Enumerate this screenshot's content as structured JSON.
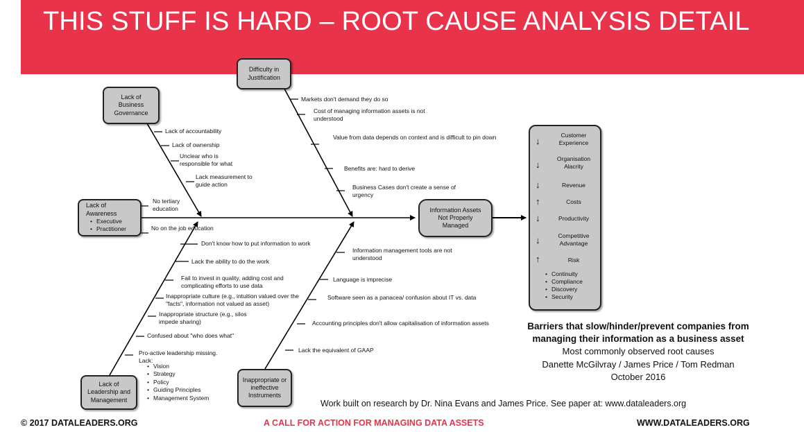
{
  "title": "THIS STUFF IS HARD – ROOT CAUSE ANALYSIS DETAIL",
  "colors": {
    "banner": "#e8334b",
    "box_fill": "#c8c8c8",
    "line": "#000000"
  },
  "causes": {
    "governance": {
      "box": "Lack of Business Governance",
      "items": [
        "Lack of accountability",
        "Lack of ownership",
        "Unclear who is responsible for what",
        "Lack measurement to guide action"
      ]
    },
    "justification": {
      "box": "Difficulty in Justification",
      "items": [
        "Markets don't demand they do so",
        "Cost of managing information assets is not understood",
        "Value from data depends on context and is difficult to pin down",
        "Benefits are: hard to derive",
        "Business Cases don't create a sense of urgency"
      ]
    },
    "awareness": {
      "box": "Lack of Awareness",
      "bullets": [
        "Executive",
        "Practitioner"
      ],
      "items": [
        "No tertiary education",
        "No on the job education"
      ]
    },
    "leadership": {
      "box": "Lack of Leadership and Management",
      "items": [
        "Don't know how to put information to work",
        "Lack the ability to do the work",
        "Fail to invest in quality, adding cost and complicating efforts to use data",
        "Inappropriate culture (e.g., intuition valued over the \"facts\", information not valued as asset)",
        "Inappropriate structure (e.g., silos impede sharing)",
        "Confused about \"who does what\"",
        "Pro-active leadership missing. Lack:"
      ],
      "lack_list": [
        "Vision",
        "Strategy",
        "Policy",
        "Guiding Principles",
        "Management System"
      ]
    },
    "instruments": {
      "box": "Inappropriate or ineffective Instruments",
      "items": [
        "Information management tools are not understood",
        "Language is imprecise",
        "Software seen as a panacea/ confusion about IT vs. data",
        "Accounting principles don't allow capitalisation of information assets",
        "Lack the equivalent of GAAP"
      ]
    }
  },
  "effect": "Information Assets Not Properly Managed",
  "impacts": [
    {
      "label": "Customer Experience",
      "arrow": "↓"
    },
    {
      "label": "Organisation Alacrity",
      "arrow": "↓"
    },
    {
      "label": "Revenue",
      "arrow": "↓"
    },
    {
      "label": "Costs",
      "arrow": "↑"
    },
    {
      "label": "Productivity",
      "arrow": "↓"
    },
    {
      "label": "Competitive Advantage",
      "arrow": "↓"
    },
    {
      "label": "Risk",
      "arrow": "↑"
    }
  ],
  "risk_items": [
    "Continuity",
    "Compliance",
    "Discovery",
    "Security"
  ],
  "summary": {
    "heading": "Barriers that slow/hinder/prevent companies from managing their information as a business asset",
    "sub": "Most commonly observed root causes",
    "authors": "Danette McGilvray / James Price / Tom Redman",
    "date": "October 2016"
  },
  "credit": "Work built on research by Dr. Nina Evans and James Price.  See paper at: www.dataleaders.org",
  "footer": {
    "left": "© 2017 DATALEADERS.ORG",
    "middle": "A CALL FOR ACTION FOR MANAGING DATA ASSETS",
    "right": "WWW.DATALEADERS.ORG"
  }
}
